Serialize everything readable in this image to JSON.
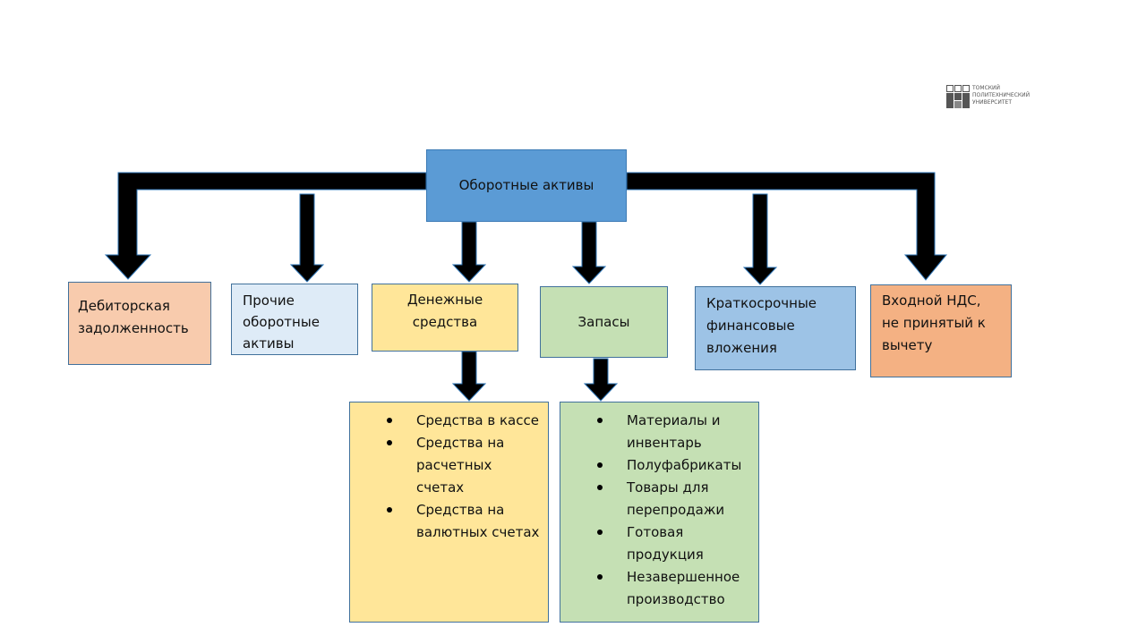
{
  "logo": {
    "lines": [
      "ТОМСКИЙ",
      "ПОЛИТЕХНИЧЕСКИЙ",
      "УНИВЕРСИТЕТ"
    ],
    "icon": "tpu-logo-icon"
  },
  "diagram": {
    "root": "Оборотные активы",
    "categories": {
      "receivables": "Дебиторская\nзадолженность",
      "other": "Прочие\nоборотные\nактивы",
      "cash": "Денежные\nсредства",
      "inventory": "Запасы",
      "investments": "Краткосрочные\nфинансовые\nвложения",
      "vat": "Входной НДС,\nне принятый к\nвычету"
    },
    "cash_items": [
      "Средства в кассе",
      "Средства на расчетных счетах",
      "Средства на валютных счетах"
    ],
    "inventory_items": [
      "Материалы и инвентарь",
      "Полуфабрикаты",
      "Товары для перепродажи",
      "Готовая продукция",
      "Незавершенное производство"
    ]
  },
  "colors": {
    "root": "#5b9bd5",
    "receivables": "#f8cbad",
    "other": "#deebf7",
    "cash": "#ffe699",
    "inventory": "#c5e0b4",
    "investments": "#9dc3e6",
    "vat": "#f4b183",
    "arrow_fill": "#000000",
    "arrow_outline": "#2e75b6"
  }
}
